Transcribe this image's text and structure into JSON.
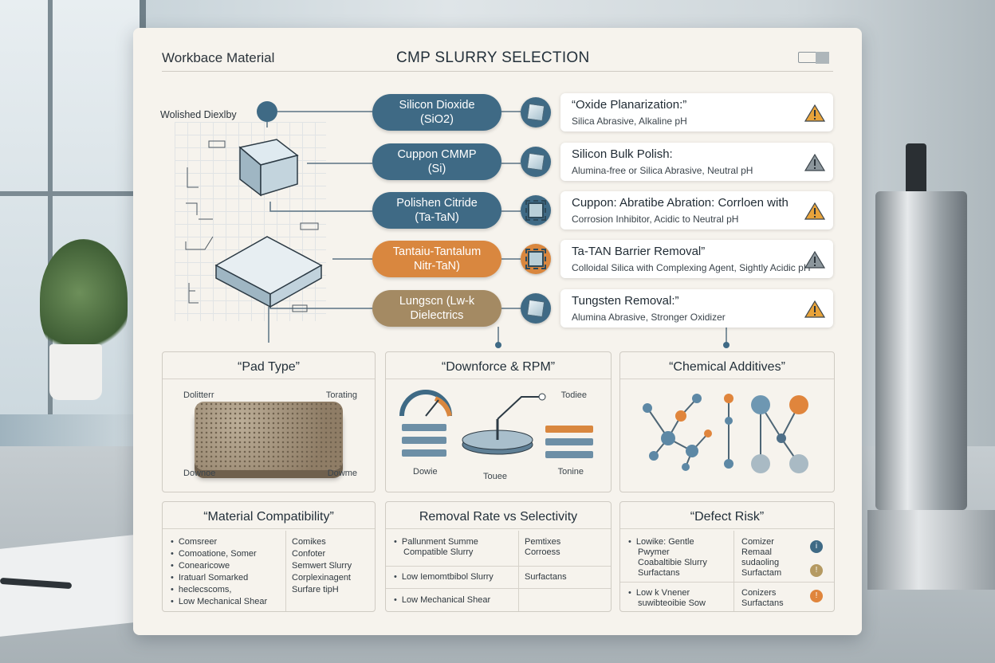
{
  "header": {
    "left": "Workbace Material",
    "center": "CMP SLURRY SELECTION"
  },
  "material_label": "Wolished Diexlby",
  "materials": [
    {
      "line1": "Silicon Dioxide",
      "line2": "(SiO2)",
      "color": "#3f6a85"
    },
    {
      "line1": "Cuppon CMMP",
      "line2": "(Si)",
      "color": "#3f6a85"
    },
    {
      "line1": "Polishen Citride",
      "line2": "(Ta-TaN)",
      "color": "#3f6a85"
    },
    {
      "line1": "Tantaiu-Tantalum",
      "line2": "Nitr-TaN)",
      "color": "#d9873f"
    },
    {
      "line1": "Lungscn (Lw-k",
      "line2": "Dielectrics",
      "color": "#a48a63"
    }
  ],
  "slurries": [
    {
      "title": "“Oxide Planarization:”",
      "sub": "Silica Abrasive, Alkaline pH",
      "icon": "cube-icon",
      "warn": "#e8a33a"
    },
    {
      "title": "Silicon Bulk Polish:",
      "sub": "Alumina-free or Silica Abrasive, Neutral pH",
      "icon": "cube-icon",
      "warn": "#8c969c"
    },
    {
      "title": "Cuppon: Abratibe Abration: Corrloen with",
      "sub": "Corrosion Inhibitor, Acidic to Neutral pH",
      "icon": "chip-icon",
      "warn": "#e8a33a"
    },
    {
      "title": "Ta-TAN Barrier Removal”",
      "sub": "Colloidal Silica with Complexing Agent, Sightly Acidic pH",
      "icon": "chip-icon",
      "warn": "#8c969c"
    },
    {
      "title": "Tungsten Removal:”",
      "sub": "Alumina Abrasive, Stronger Oxidizer",
      "icon": "cube-icon",
      "warn": "#e8a33a"
    }
  ],
  "pad_type": {
    "title": "“Pad Type”",
    "tl": "Dolitterr",
    "tr": "Torating",
    "bl": "Downoe",
    "br": "Dowme"
  },
  "downforce": {
    "title": "“Downforce & RPM”",
    "tr": "Todiee",
    "bl": "Dowie",
    "bm": "Touee",
    "br": "Tonine"
  },
  "chem": {
    "title": "“Chemical Additives”"
  },
  "compat": {
    "title": "“Material Compatibility”",
    "left": [
      "Comsreer",
      "Comoatione, Somer",
      "Conearicowe",
      "Iratuarl Somarked",
      "heclecscoms,",
      "Low Mechanical Shear"
    ],
    "right": [
      "Comikes",
      "Confoter",
      "Semwert Slurry",
      "Corplexinagent",
      "Surfare tipH"
    ]
  },
  "removal": {
    "title": "Removal Rate vs Selectivity",
    "r1l": "Pallunment Summe",
    "r1l2": "Compatible Slurry",
    "r1r": "Pemtixes",
    "r1r2": "Corroess",
    "r2l": "Low Iemomtbibol Slurry",
    "r2r": "Surfactans",
    "r3l": "Low Mechanical Shear"
  },
  "defect": {
    "title": "“Defect Risk”",
    "r1": [
      "Lowike: Gentle",
      "Pwymer",
      "Coabaltibie Slurry",
      "Surfactans"
    ],
    "r1r": [
      "Comizer",
      "Remaal",
      "sudaoling",
      "Surfactam"
    ],
    "r2": [
      "Low k Vnener",
      "suwibteoibie Sow"
    ],
    "r2r": [
      "Conizers",
      "Surfactans"
    ],
    "risk_colors": [
      "#3f6a85",
      "#b59a62",
      "#e0853c"
    ]
  }
}
